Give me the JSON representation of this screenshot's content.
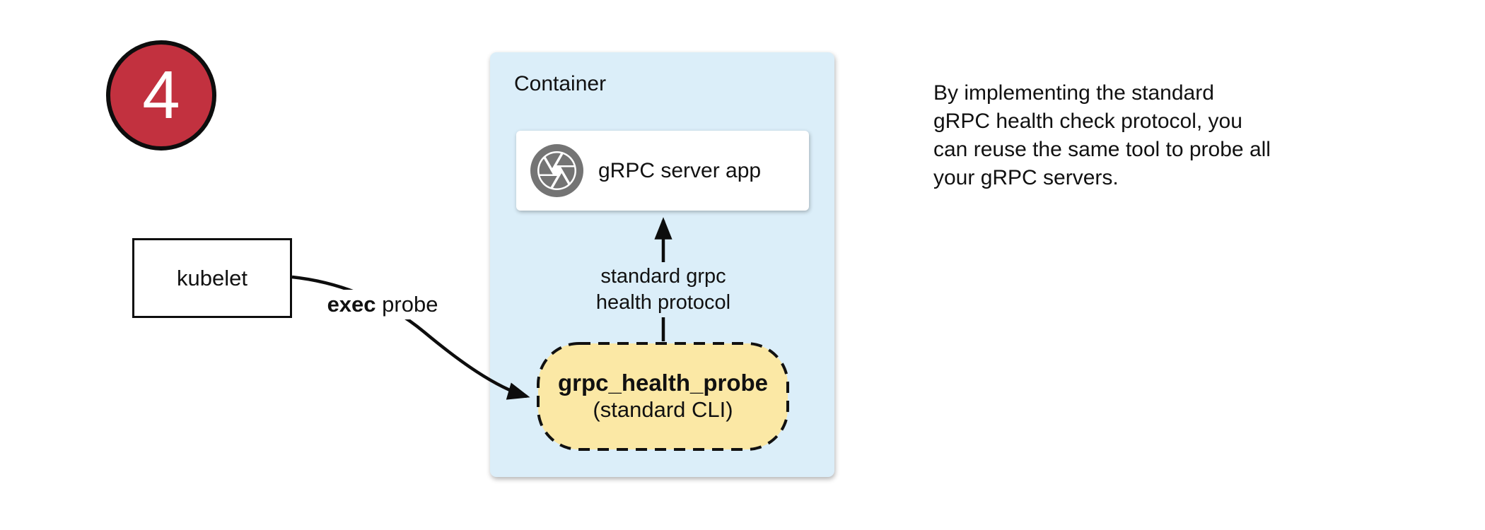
{
  "badge": {
    "number": "4",
    "color": "#C2313F"
  },
  "nodes": {
    "kubelet": {
      "label": "kubelet"
    },
    "container": {
      "label": "Container",
      "bg_color": "#DBEEF9"
    },
    "server_app": {
      "label": "gRPC server app",
      "icon": "grpc-aperture-icon",
      "icon_color": "#747474"
    },
    "probe": {
      "title": "grpc_health_probe",
      "subtitle": "(standard CLI)",
      "bg_color": "#FBE8A5"
    }
  },
  "edges": {
    "exec": {
      "bold": "exec",
      "rest": " probe"
    },
    "health": {
      "line1": "standard grpc",
      "line2": "health protocol"
    }
  },
  "note": {
    "lines": [
      "By implementing the standard",
      "gRPC health check protocol, you",
      "can reuse the same tool to probe all",
      "your gRPC servers."
    ]
  }
}
